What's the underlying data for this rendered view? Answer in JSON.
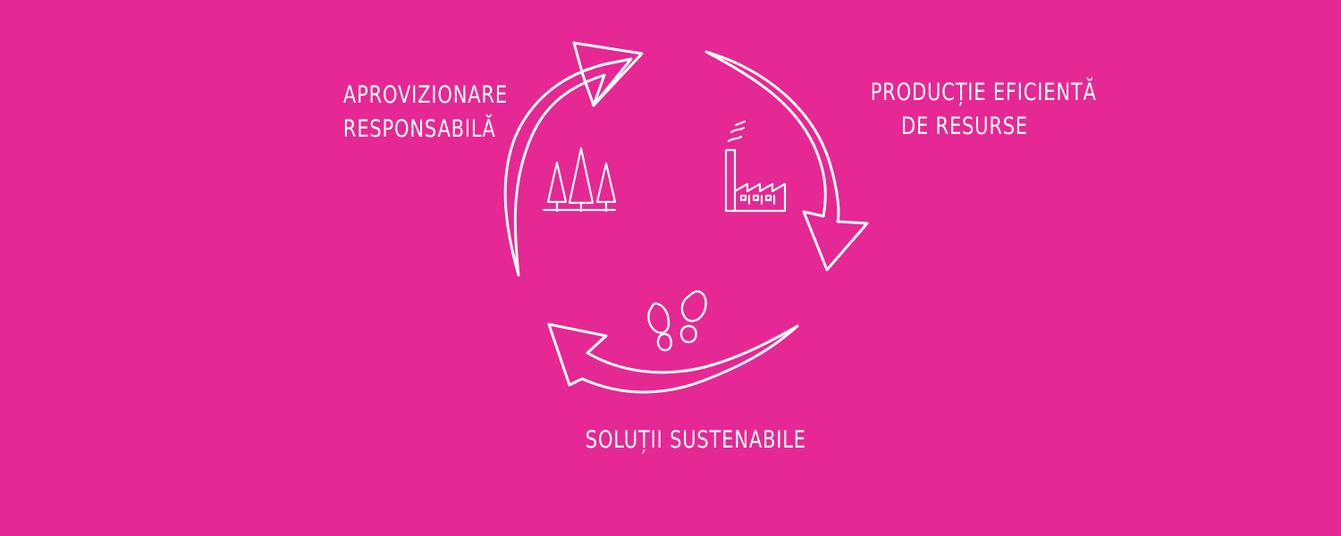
{
  "diagram": {
    "background_color": "#e52893",
    "stroke_color": "#ffffff",
    "labels": {
      "sourcing_line1": "APROVIZIONARE",
      "sourcing_line2": "RESPONSABILĂ",
      "production_line1": "PRODUCȚIE EFICIENTĂ",
      "production_line2": "DE RESURSE",
      "solutions": "SOLUȚII SUSTENABILE"
    },
    "icons": {
      "sourcing": "trees-icon",
      "production": "factory-icon",
      "solutions": "footprints-icon"
    }
  }
}
